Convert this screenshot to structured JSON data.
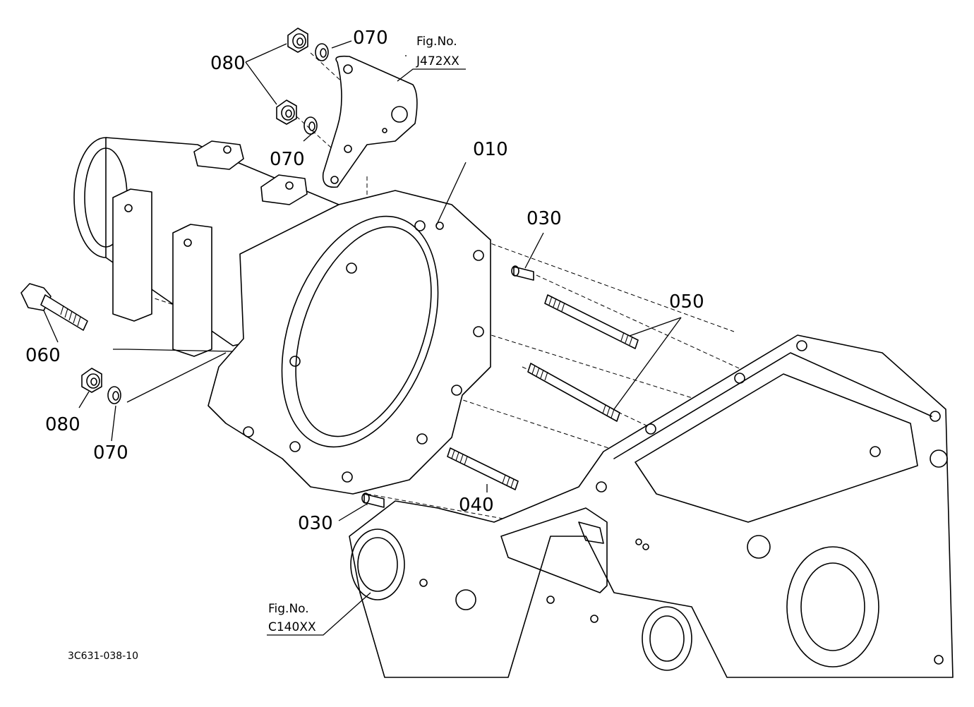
{
  "labels": {
    "l070_top": "070",
    "l080_top": "080",
    "l070_mid": "070",
    "l010": "010",
    "l030_top": "030",
    "l050": "050",
    "l060": "060",
    "l080_bot": "080",
    "l070_bot": "070",
    "l040": "040",
    "l030_bot": "030"
  },
  "fig_refs": {
    "top": {
      "line1": "Fig.No.",
      "line2": "J472XX"
    },
    "bottom": {
      "line1": "Fig.No.",
      "line2": "C140XX"
    }
  },
  "drawing_id": "3C631-038-10"
}
